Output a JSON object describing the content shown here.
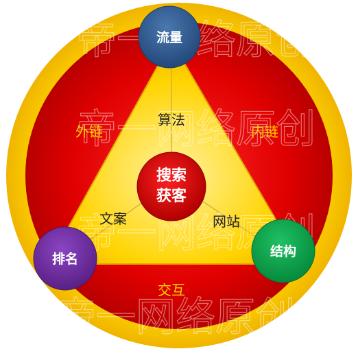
{
  "diagram": {
    "nodes": {
      "top": "流量",
      "bottom_left": "排名",
      "bottom_right": "结构",
      "center_line1": "搜索",
      "center_line2": "获客"
    },
    "labels": {
      "left_edge": "外链",
      "right_edge": "内链",
      "bottom_edge": "交互",
      "spoke_top": "算法",
      "spoke_left": "文案",
      "spoke_right": "网站"
    },
    "watermark": {
      "line": "帝一网络原创"
    },
    "colors": {
      "outer_ring": "#F5C400",
      "red_disc": "#D40000",
      "triangle": "#FFD200",
      "top_node": "#2F5A8C",
      "left_node": "#6D2C9C",
      "right_node": "#0AA04A",
      "center_node": "#C80000",
      "edge_label": "#FFD200",
      "spoke_label": "#222222"
    }
  }
}
